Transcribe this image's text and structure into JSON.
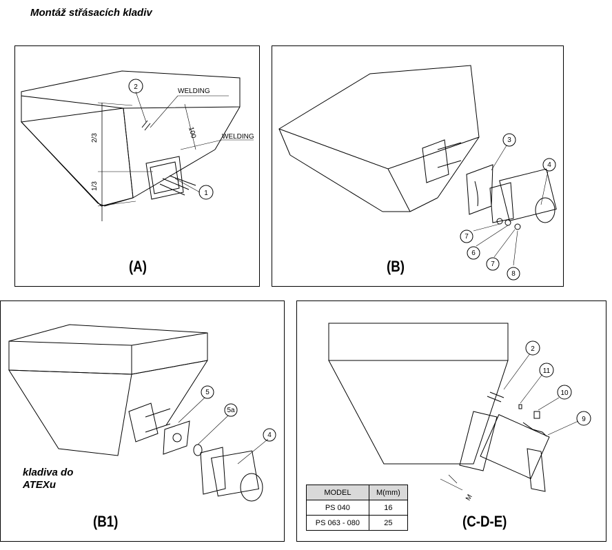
{
  "title": "Montáž střásacích kladiv",
  "panels": {
    "A": {
      "caption": "(A)",
      "labels": {
        "welding_1": "WELDING",
        "welding_2": "WELDING",
        "dim_100": "100",
        "frac_top": "2/3",
        "frac_bottom": "1/3"
      },
      "callouts": [
        "2",
        "1"
      ]
    },
    "B": {
      "caption": "(B)",
      "callouts": [
        "3",
        "4",
        "7",
        "6",
        "7",
        "8"
      ]
    },
    "B1": {
      "caption": "(B1)",
      "note_line1": "kladiva do",
      "note_line2": "ATEXu",
      "callouts": [
        "5",
        "5a",
        "4"
      ]
    },
    "CDE": {
      "caption": "(C-D-E)",
      "callouts": [
        "2",
        "11",
        "10",
        "9"
      ],
      "dim_label": "M",
      "table": {
        "headers": [
          "MODEL",
          "M(mm)"
        ],
        "rows": [
          [
            "PS 040",
            "16"
          ],
          [
            "PS 063 - 080",
            "25"
          ]
        ]
      }
    }
  }
}
